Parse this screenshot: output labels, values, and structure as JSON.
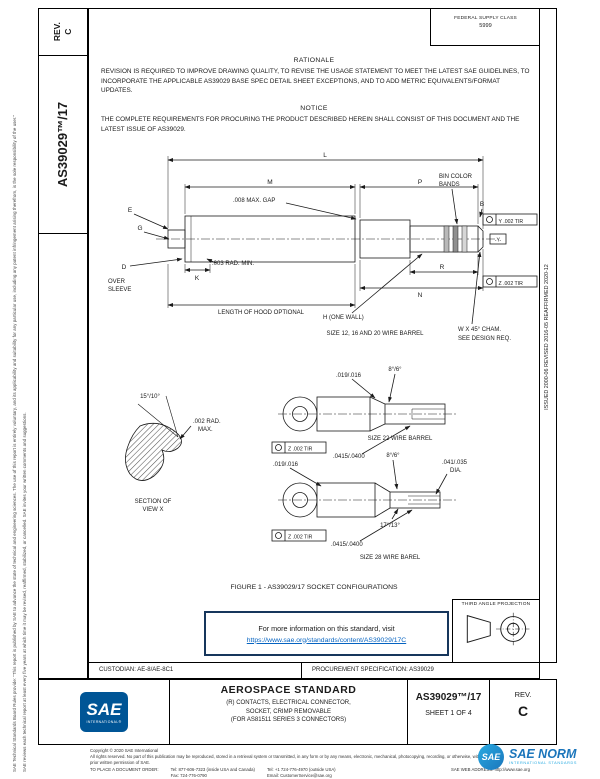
{
  "left_sidebar": {
    "rev_label": "REV.",
    "rev_value": "C",
    "doc_number_vertical": "AS39029™/17",
    "disclaimer_line1": "SAE Technical Standards Board Rules provide: “This report is published by SAE to advance the state of technical and engineering sciences. The use of this report is entirely voluntary, and its applicability and suitability for any particular use, including any patent infringement arising therefrom, is the sole responsibility of the user.”",
    "disclaimer_line2": "SAE reviews each technical report at least every five years at which time it may be revised, reaffirmed, stabilized, or cancelled. SAE invites your written comments and suggestions."
  },
  "right_sidebar": {
    "history": "ISSUED 2000-06        REVISED 2016-05        REAFFIRMED 2020-12"
  },
  "header": {
    "federal_supply_class": "FEDERAL SUPPLY CLASS",
    "federal_supply_value": "5999"
  },
  "rationale": {
    "title": "RATIONALE",
    "body": "REVISION IS REQUIRED TO IMPROVE DRAWING QUALITY, TO REVISE THE USAGE STATEMENT TO MEET THE LATEST SAE GUIDELINES, TO INCORPORATE THE APPLICABLE AS39029 BASE SPEC DETAIL SHEET EXCEPTIONS, AND TO ADD METRIC EQUIVALENTS/FORMAT UPDATES."
  },
  "notice": {
    "title": "NOTICE",
    "body": "THE COMPLETE REQUIREMENTS FOR PROCURING THE PRODUCT DESCRIBED HEREIN SHALL CONSIST OF THIS DOCUMENT AND THE LATEST ISSUE OF AS39029."
  },
  "figure": {
    "caption": "FIGURE 1 - AS39029/17 SOCKET CONFIGURATIONS",
    "labels": {
      "L": "L",
      "M": "M",
      "P": "P",
      "B": "B",
      "E": "E",
      "G": "G",
      "D": "D",
      "K": "K",
      "R": "R",
      "N": "N",
      "gap": ".008 MAX. GAP",
      "bin_1": "BIN COLOR",
      "bin_2": "BANDS",
      "tir_y": "Y .002 TIR",
      "datum_y": "-Y-",
      "tir_z": "Z .002 TIR",
      "rad_min": ".003 RAD. MIN.",
      "over_1": "OVER",
      "over_2": "SLEEVE",
      "hood": "LENGTH OF HOOD OPTIONAL",
      "h_wall": "H (ONE WALL)",
      "size_12": "SIZE 12, 16 AND 20 WIRE BARREL",
      "cham_1": "W X 45° CHAM.",
      "cham_2": "SEE DESIGN REQ.",
      "angle_15": "15°/10°",
      "radmax_1": ".002 RAD.",
      "radmax_2": "MAX.",
      "section_1": "SECTION OF",
      "section_2": "VIEW X",
      "d019_a": ".019/.016",
      "angle8_a": "8°/6°",
      "size_22": "SIZE 22 WIRE BARREL",
      "tir_z22": "Z .002 TIR",
      "d0415_a": ".0415/.0400",
      "d019_b": ".019/.016",
      "angle8_b": "8°/6°",
      "dia_1": ".041/.035",
      "dia_2": "DIA.",
      "angle_17": "17°/13°",
      "tir_z28": "Z .002 TIR",
      "d0415_b": ".0415/.0400",
      "size_28": "SIZE 28 WIRE BAREL"
    }
  },
  "info_box": {
    "line1": "For more information on this standard, visit",
    "link": "https://www.sae.org/standards/content/AS39029/17C"
  },
  "projection": {
    "label": "THIRD ANGLE PROJECTION"
  },
  "footer": {
    "custodian": "CUSTODIAN: AE-8/AE-8C1",
    "procurement": "PROCUREMENT SPECIFICATION: AS39029",
    "standard_type": "AEROSPACE STANDARD",
    "title_line1": "(R) CONTACTS, ELECTRICAL CONNECTOR,",
    "title_line2": "SOCKET, CRIMP REMOVABLE",
    "title_line3": "(FOR AS81511 SERIES 3 CONNECTORS)",
    "doc_number": "AS39029™/17",
    "sheet": "SHEET 1 OF 4",
    "rev_label": "REV.",
    "rev_value": "C",
    "logo_text": "SAE",
    "logo_sub": "INTERNATIONAL®"
  },
  "copyright": {
    "line1": "Copyright © 2020 SAE International",
    "rights": "All rights reserved. No part of this publication may be reproduced, stored in a retrieval system or transmitted, in any form or by any means, electronic, mechanical, photocopying, recording, or otherwise, without the prior written permission of SAE.",
    "order_label": "TO PLACE A DOCUMENT ORDER:",
    "tel1": "Tel: 877-606-7323 (inside USA and Canada)",
    "fax": "Fax: 724-776-0790",
    "tel2": "Tel: +1 724-776-4970 (outside USA)",
    "email": "Email: CustomerService@sae.org",
    "web": "SAE WEB ADDRESS: http://www.sae.org"
  },
  "watermark": {
    "logo": "SAE",
    "name": "SAE NORM",
    "sub": "INTERNATIONAL STANDARDS"
  }
}
